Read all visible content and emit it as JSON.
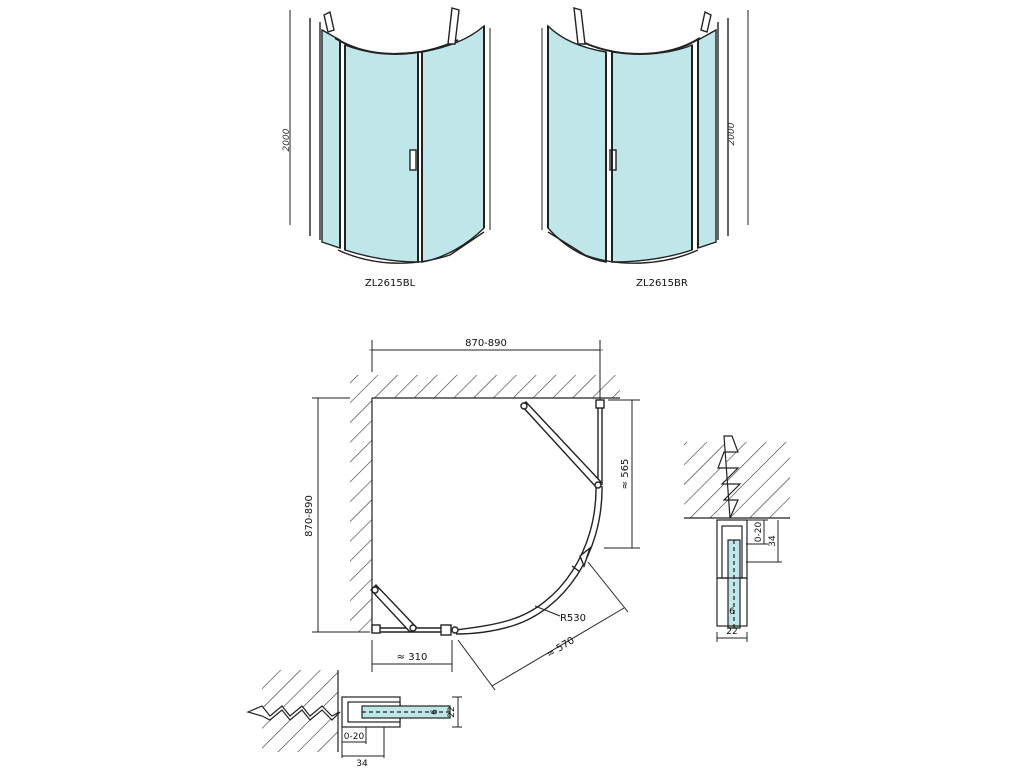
{
  "views": {
    "left_model": "ZL2615BL",
    "right_model": "ZL2615BR",
    "left_height": "2000",
    "right_height": "2000"
  },
  "plan": {
    "width_top": "870-890",
    "depth_left": "870-890",
    "side_right": "≈ 565",
    "bottom_offset": "≈ 310",
    "diagonal": "≈ 570",
    "radius": "R530"
  },
  "profile_right": {
    "adjust": "0-20",
    "depth": "34",
    "glass": "6",
    "width": "22"
  },
  "profile_bottom": {
    "adjust": "0-20",
    "depth": "34",
    "glass": "6",
    "width": "22"
  },
  "colors": {
    "glass": "#bfe6e8",
    "line": "#222222"
  }
}
